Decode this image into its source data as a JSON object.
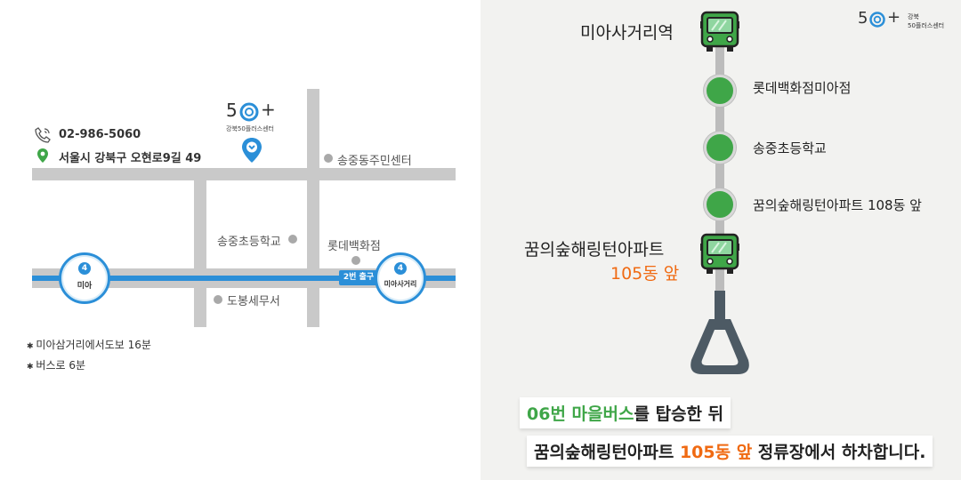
{
  "left_map": {
    "logo": {
      "mark": "5",
      "plus": "+",
      "caption": "강북50플러스센터"
    },
    "contact": {
      "phone": "02-986-5060",
      "address": "서울시 강북구 오현로9길 49"
    },
    "places": {
      "community_center": "송중동주민센터",
      "elementary_school": "송중초등학교",
      "lotte_dept": "롯데백화점",
      "tax_office": "도봉세무서"
    },
    "stations": [
      {
        "line": "4",
        "name": "미아"
      },
      {
        "line": "4",
        "name": "미아사거리"
      }
    ],
    "exit_label": "2번 출구",
    "notes": [
      "미아삼거리에서도보 16분",
      "버스로 6분"
    ],
    "colors": {
      "road": "#c9c9c9",
      "subway_line": "#2b8fd8",
      "pin": "#2b8fd8",
      "address_pin": "#3fa648"
    }
  },
  "right_route": {
    "logo": {
      "mark": "5",
      "plus": "+",
      "caption_line1": "강북",
      "caption_line2": "50플러스센터"
    },
    "start_station": "미아사거리역",
    "stops": [
      "롯데백화점미아점",
      "송중초등학교",
      "꿈의숲해링턴아파트 108동 앞"
    ],
    "destination": {
      "line1": "꿈의숲해링턴아파트",
      "line2": "105동 앞"
    },
    "message": {
      "line1_part1": "06번 마을버스",
      "line1_part2": "를 탑승한 뒤",
      "line2_part1": "꿈의숲해링턴아파트 ",
      "line2_part2": "105동 앞",
      "line2_part3": " 정류장에서 하차합니다."
    },
    "colors": {
      "bus_green": "#3fa648",
      "accent_orange": "#f06a12",
      "background": "#f2f2f0"
    }
  }
}
